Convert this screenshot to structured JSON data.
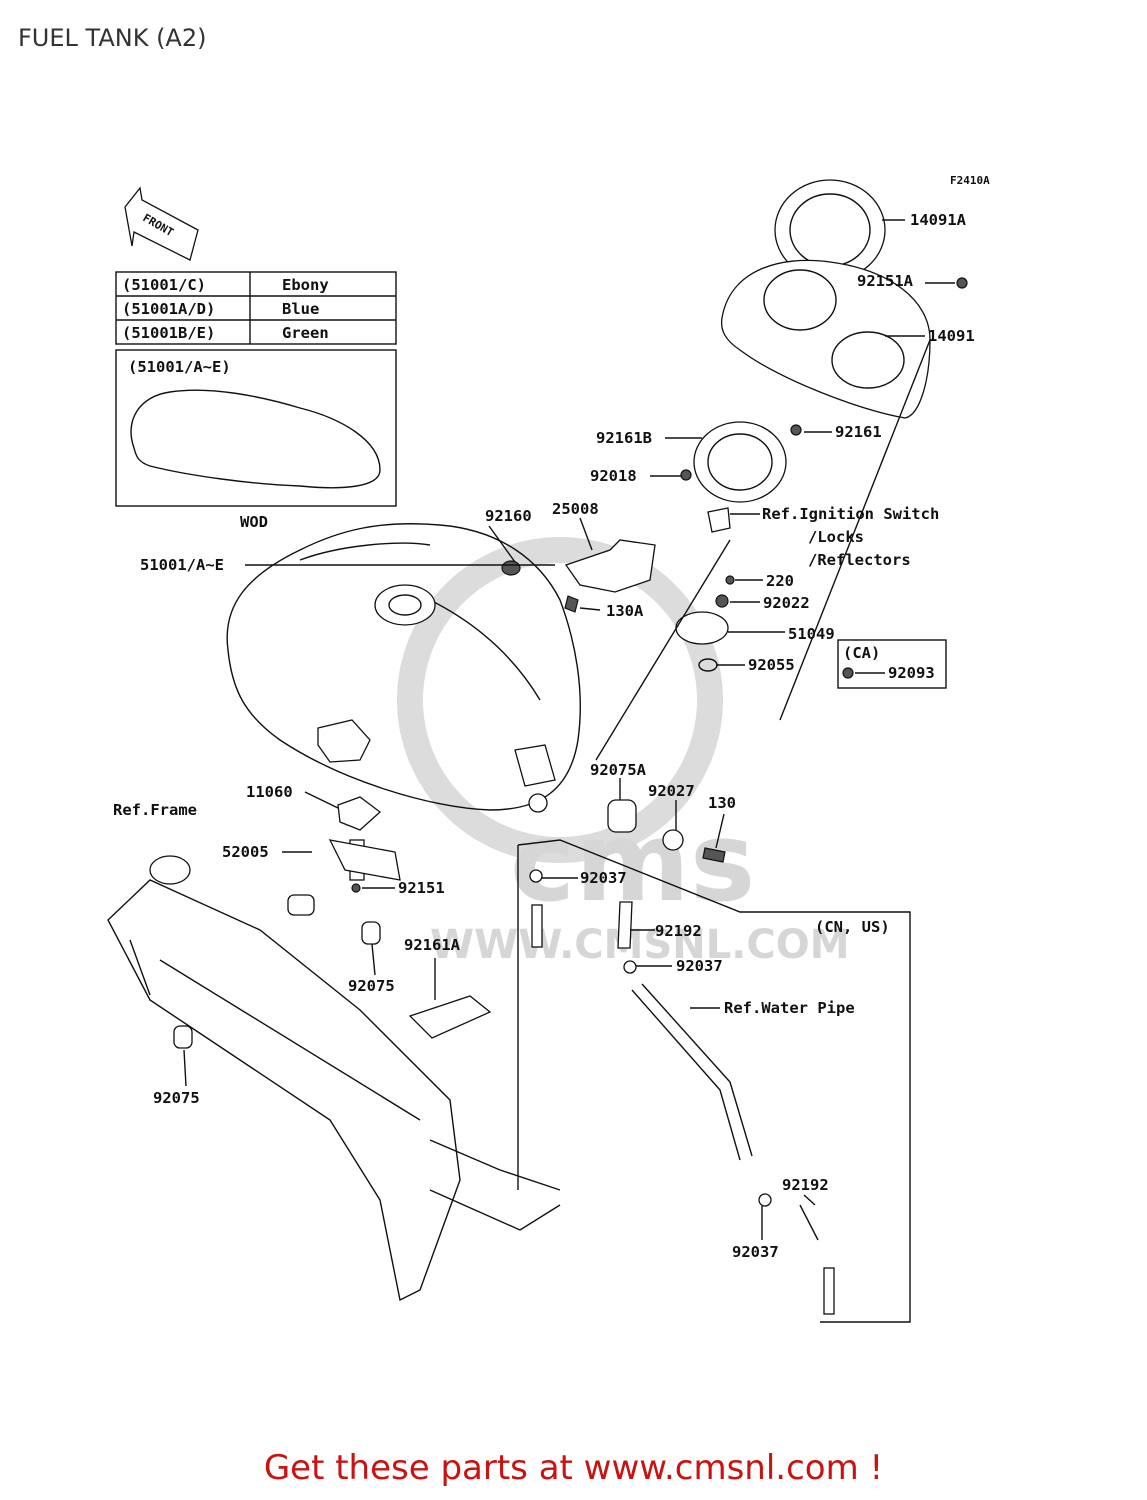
{
  "title": "FUEL TANK (A2)",
  "figure_code": "F2410A",
  "front_arrow_label": "FRONT",
  "color_table": [
    {
      "code": "(51001/C)",
      "color": "Ebony"
    },
    {
      "code": "(51001A/D)",
      "color": "Blue"
    },
    {
      "code": "(51001B/E)",
      "color": "Green"
    }
  ],
  "inset": {
    "label": "(51001/A~E)",
    "caption": "WOD"
  },
  "watermark": {
    "text": "WWW.CMSNL.COM",
    "logo": "cms"
  },
  "parts": {
    "p14091A": "14091A",
    "p92151A": "92151A",
    "p14091": "14091",
    "p92161B": "92161B",
    "p92161": "92161",
    "p92018": "92018",
    "p92160": "92160",
    "p25008": "25008",
    "p51001": "51001/A~E",
    "p130A": "130A",
    "p220": "220",
    "p92022": "92022",
    "p51049": "51049",
    "p92055": "92055",
    "p92093": "92093",
    "p92093_cond": "(CA)",
    "p92075A": "92075A",
    "p92027": "92027",
    "p130": "130",
    "p11060": "11060",
    "p52005": "52005",
    "p92151": "92151",
    "p92037a": "92037",
    "p92192a": "92192",
    "p92037b": "92037",
    "p92161A": "92161A",
    "p92075a": "92075",
    "p92075b": "92075",
    "p92192b": "92192",
    "p92037c": "92037",
    "cn_us": "(CN, US)"
  },
  "references": {
    "ignition": [
      "Ref.Ignition Switch",
      "/Locks",
      "/Reflectors"
    ],
    "frame": "Ref.Frame",
    "water_pipe": "Ref.Water Pipe"
  },
  "footer": {
    "text": "Get these parts at www.cmsnl.com !",
    "color": "#cc1111"
  }
}
